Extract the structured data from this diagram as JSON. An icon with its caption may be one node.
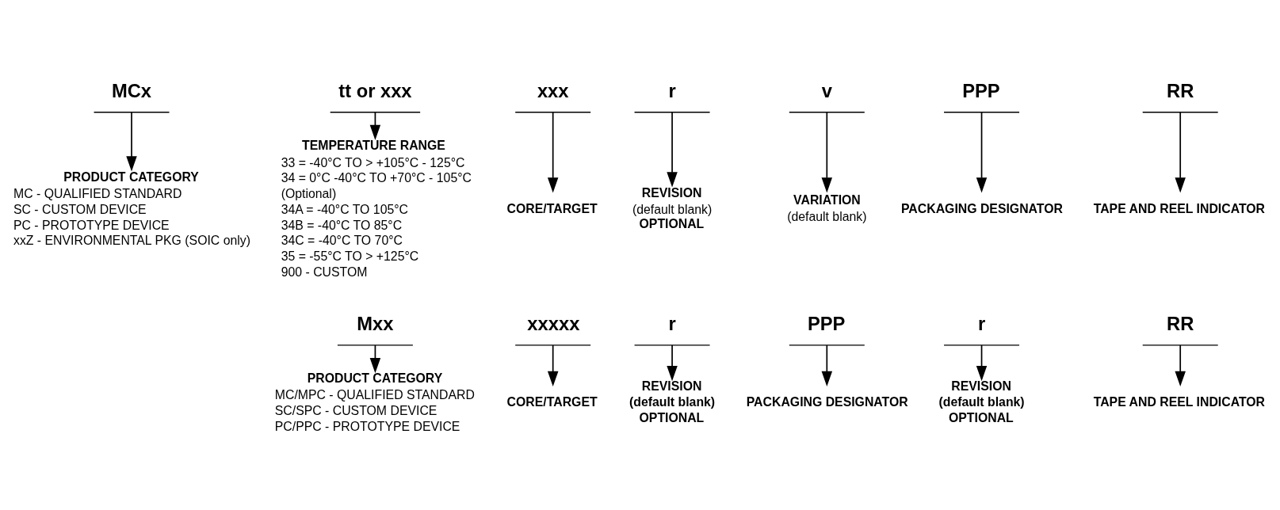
{
  "diagram": {
    "nodes": [
      {
        "text": [
          "MCx"
        ]
      },
      {
        "text": [
          "tt or xxx"
        ]
      },
      {
        "text": [
          "xxx"
        ]
      },
      {
        "text": [
          "r"
        ]
      },
      {
        "text": [
          "v"
        ]
      },
      {
        "text": [
          "PPP"
        ]
      },
      {
        "text": [
          "RR"
        ]
      },
      {
        "text": [
          "PRODUCT CATEGORY",
          "MC - QUALIFIED STANDARD",
          "SC - CUSTOM DEVICE",
          "PC - PROTOTYPE DEVICE",
          "xxZ - ENVIRONMENTAL PKG (SOIC only)"
        ]
      },
      {
        "text": [
          "TEMPERATURE RANGE",
          "33 = -40°C TO > +105°C - 125°C",
          "34 = 0°C -40°C TO +70°C - 105°C",
          "(Optional)",
          "34A = -40°C TO 105°C",
          "34B = -40°C TO 85°C",
          "34C = -40°C TO 70°C",
          "35 = -55°C TO > +125°C",
          "900 - CUSTOM"
        ]
      },
      {
        "text": [
          "CORE/TARGET"
        ]
      },
      {
        "text": [
          "REVISION",
          "(default blank)",
          "OPTIONAL"
        ]
      },
      {
        "text": [
          "VARIATION",
          "(default blank)"
        ]
      },
      {
        "text": [
          "PACKAGING DESIGNATOR"
        ]
      },
      {
        "text": [
          "TAPE AND REEL INDICATOR"
        ]
      },
      {
        "text": [
          "Mxx"
        ]
      },
      {
        "text": [
          "xxxxx"
        ]
      },
      {
        "text": [
          "r"
        ]
      },
      {
        "text": [
          "PPP"
        ]
      },
      {
        "text": [
          "r"
        ]
      },
      {
        "text": [
          "RR"
        ]
      },
      {
        "text": [
          "PRODUCT CATEGORY",
          "MC/MPC - QUALIFIED STANDARD",
          "SC/SPC - CUSTOM DEVICE",
          "PC/PPC - PROTOTYPE DEVICE"
        ]
      },
      {
        "text": [
          "CORE/TARGET"
        ]
      },
      {
        "text": [
          "REVISION",
          "(default blank)",
          "OPTIONAL"
        ]
      },
      {
        "text": [
          "PACKAGING DESIGNATOR"
        ]
      },
      {
        "text": [
          "REVISION",
          "(default blank)",
          "OPTIONAL"
        ]
      },
      {
        "text": [
          "TAPE AND REEL INDICATOR"
        ]
      }
    ],
    "edges": [
      {
        "from": 0,
        "to": 7,
        "arrow": "to"
      },
      {
        "from": 1,
        "to": 8,
        "arrow": "to"
      },
      {
        "from": 2,
        "to": 9,
        "arrow": "to"
      },
      {
        "from": 3,
        "to": 10,
        "arrow": "to"
      },
      {
        "from": 4,
        "to": 11,
        "arrow": "to"
      },
      {
        "from": 5,
        "to": 12,
        "arrow": "to"
      },
      {
        "from": 6,
        "to": 13,
        "arrow": "to"
      },
      {
        "from": 14,
        "to": 20,
        "arrow": "to"
      },
      {
        "from": 15,
        "to": 21,
        "arrow": "to"
      },
      {
        "from": 16,
        "to": 22,
        "arrow": "to"
      },
      {
        "from": 17,
        "to": 23,
        "arrow": "to"
      },
      {
        "from": 18,
        "to": 24,
        "arrow": "to"
      },
      {
        "from": 19,
        "to": 25,
        "arrow": "to"
      }
    ]
  }
}
